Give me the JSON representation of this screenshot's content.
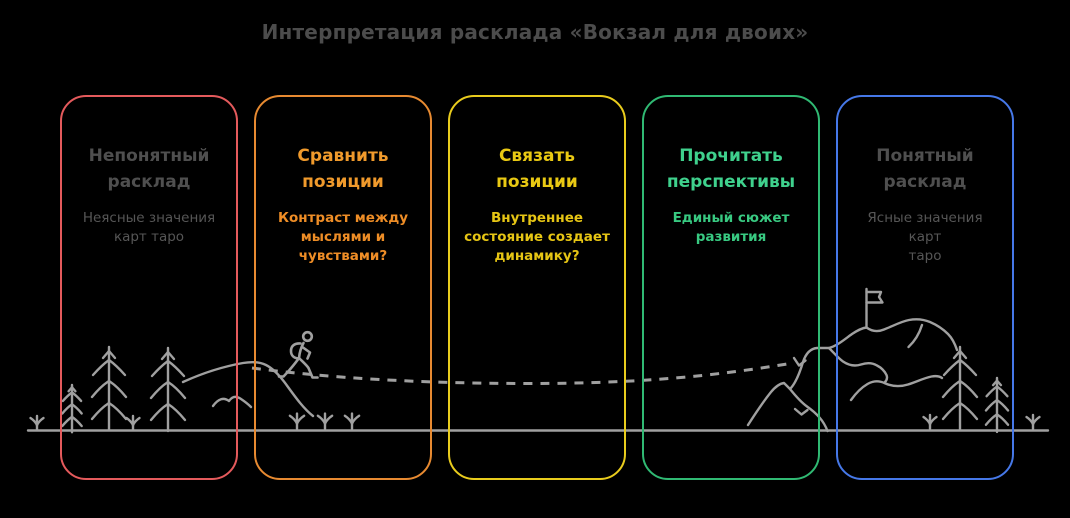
{
  "page": {
    "title": "Интерпретация расклада «Вокзал для двоих»",
    "background_color": "#000000",
    "title_color": "#4c4c4c"
  },
  "cards": [
    {
      "name": "unclear-spread",
      "title": "Непонятный\nрасклад",
      "subtitle": "Неясные значения\nкарт таро",
      "border_color": "#e45a5c",
      "title_color": "#4f4f4f",
      "subtitle_color": "#565656",
      "subtitle_bold": false
    },
    {
      "name": "compare-positions",
      "title": "Сравнить\nпозиции",
      "subtitle": "Контраст между\nмыслями и\nчувствами?",
      "border_color": "#e78a31",
      "title_color": "#f09a2c",
      "subtitle_color": "#ee8d26",
      "subtitle_bold": true
    },
    {
      "name": "link-positions",
      "title": "Связать\nпозиции",
      "subtitle": "Внутреннее\nсостояние создает\nдинамику?",
      "border_color": "#e9cc1d",
      "title_color": "#e9c913",
      "subtitle_color": "#e6c514",
      "subtitle_bold": true
    },
    {
      "name": "read-prospects",
      "title": "Прочитать\nперспективы",
      "subtitle": "Единый сюжет\nразвития",
      "border_color": "#30b973",
      "title_color": "#3fd18d",
      "subtitle_color": "#38c981",
      "subtitle_bold": true
    },
    {
      "name": "clear-spread",
      "title": "Понятный\nрасклад",
      "subtitle": "Ясные значения карт\nтаро",
      "border_color": "#4678e8",
      "title_color": "#4f4f4f",
      "subtitle_color": "#565656",
      "subtitle_bold": false
    }
  ],
  "illustration": {
    "stroke_color": "#a0a0a0",
    "elements": [
      "ground-line",
      "pine-trees",
      "grass-sprouts",
      "left-hill",
      "hiker-figure",
      "dashed-path",
      "mountain-ridges",
      "summit-flag"
    ]
  }
}
